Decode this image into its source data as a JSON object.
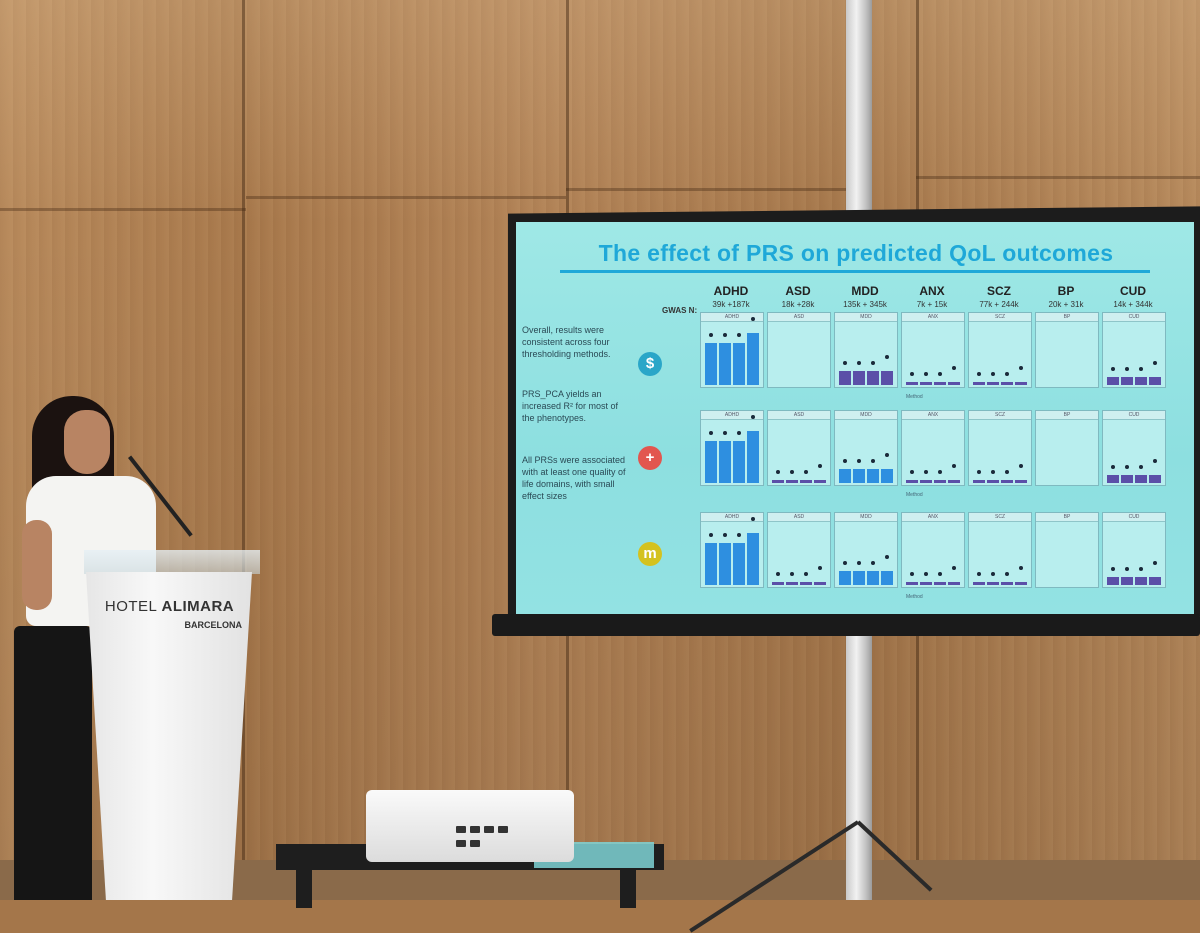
{
  "slide": {
    "title": "The effect of PRS on predicted QoL outcomes",
    "gwas_label": "GWAS N:",
    "columns": [
      {
        "name": "ADHD",
        "gwas": "39k +187k"
      },
      {
        "name": "ASD",
        "gwas": "18k +28k"
      },
      {
        "name": "MDD",
        "gwas": "135k + 345k"
      },
      {
        "name": "ANX",
        "gwas": "7k + 15k"
      },
      {
        "name": "SCZ",
        "gwas": "77k + 244k"
      },
      {
        "name": "BP",
        "gwas": "20k + 31k"
      },
      {
        "name": "CUD",
        "gwas": "14k + 344k"
      }
    ],
    "notes": [
      "Overall, results were consistent across four thresholding methods.",
      "PRS_PCA yields an increased R² for most of the phenotypes.",
      "All PRSs were associated with at least one quality of life domains, with small effect sizes"
    ],
    "row_icons": [
      {
        "icon": "dollar-icon",
        "glyph": "$",
        "color": "#2aa6c8"
      },
      {
        "icon": "plus-icon",
        "glyph": "+",
        "color": "#e2564f"
      },
      {
        "icon": "m-icon",
        "glyph": "m",
        "color": "#d4c21e"
      }
    ],
    "method_label": "Method",
    "bar_colors": {
      "blue": "#2e8fe0",
      "purple": "#5b4fa8"
    }
  },
  "podium": {
    "brand_prefix": "HOTEL",
    "brand_name": "ALIMARA",
    "city": "BARCELONA"
  }
}
